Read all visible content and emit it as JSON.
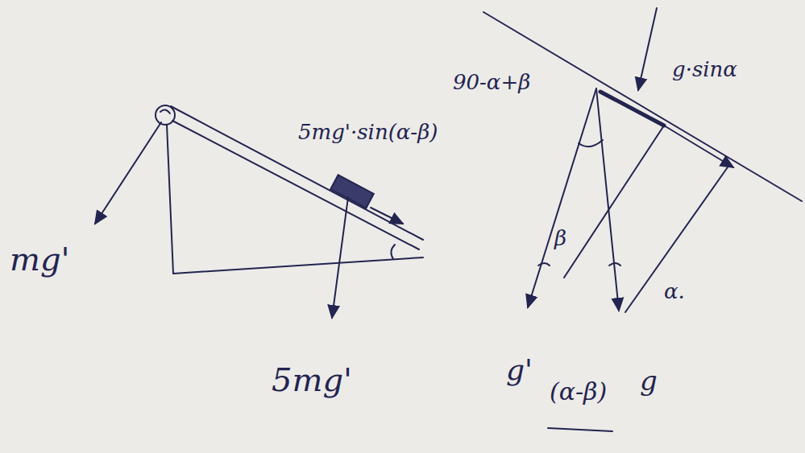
{
  "diagram": {
    "labels": [
      "mg'",
      "5mg'·sin(α-β)",
      "5mg'",
      "90-α+β",
      "g·sinα",
      "β",
      "α.",
      "g'",
      "(α-β)",
      "g"
    ]
  }
}
